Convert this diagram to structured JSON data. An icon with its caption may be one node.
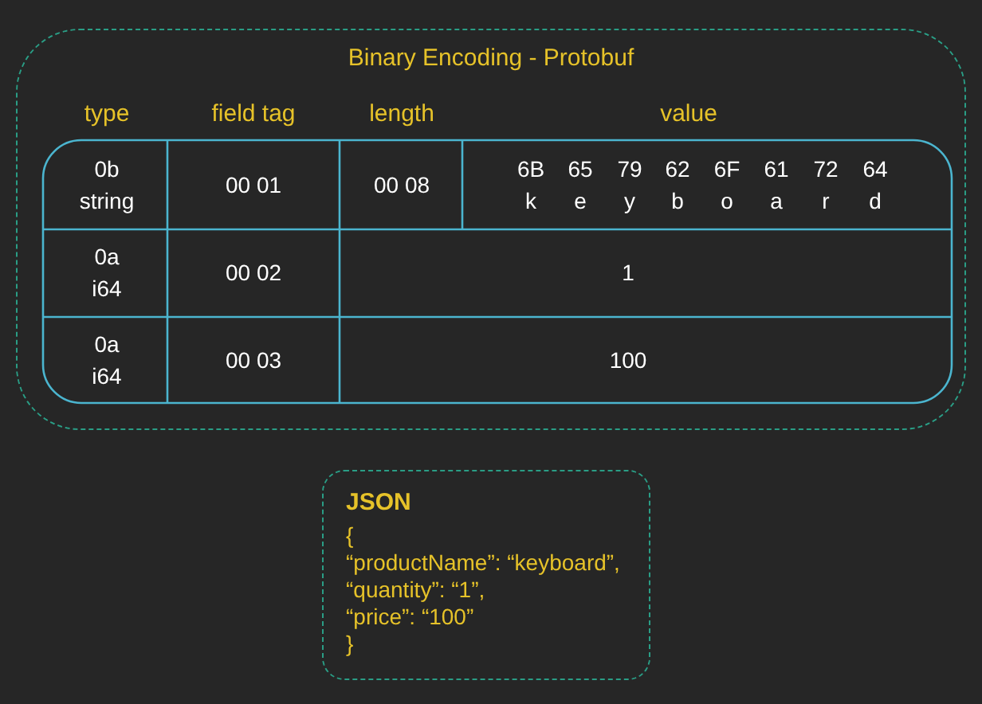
{
  "diagram": {
    "nodes": [
      {
        "text": [
          "Binary Encoding - Protobuf"
        ]
      },
      {
        "text": [
          "JSON",
          "{",
          "“productName”: “keyboard”,",
          "“quantity”: “1”,",
          "“price”: “100”",
          "}"
        ]
      }
    ],
    "labels": [
      "type",
      "field tag",
      "length",
      "value",
      "0b string",
      "00 01",
      "00 08",
      "6B k",
      "65 e",
      "79 y",
      "62 b",
      "6F o",
      "61 a",
      "72 r",
      "64 d",
      "0a i64",
      "00 02",
      "1",
      "0a i64",
      "00 03",
      "100"
    ]
  }
}
